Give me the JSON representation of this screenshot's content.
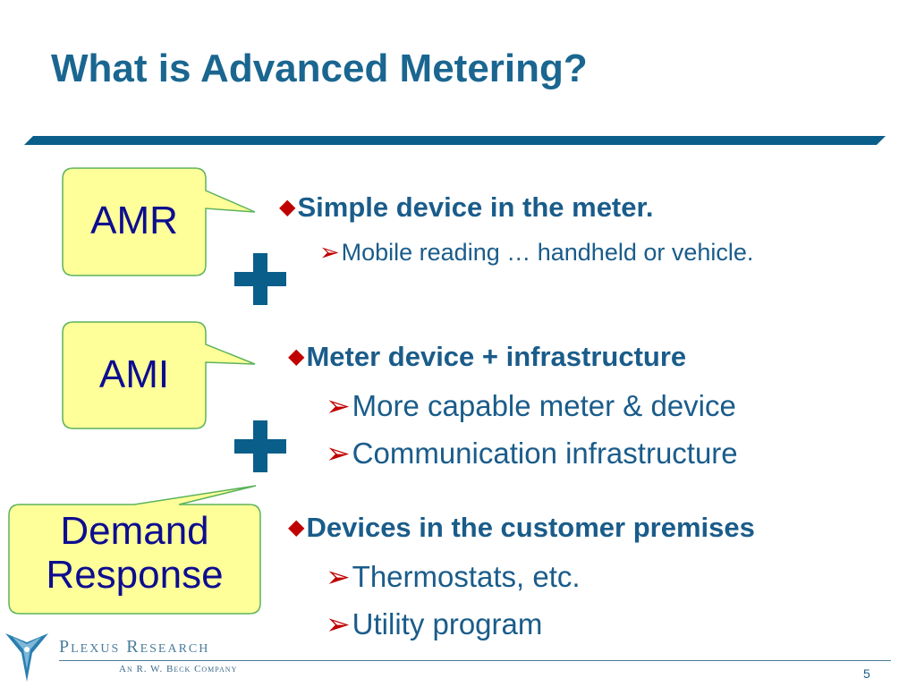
{
  "slide": {
    "title": "What is Advanced Metering?",
    "page_number": "5",
    "colors": {
      "title": "#1a6690",
      "bar": "#0a5e8a",
      "callout_fill": "#ffff99",
      "callout_stroke": "#5cb25c",
      "callout_text": "#0d0d90",
      "plus": "#0a5e8a",
      "bullet_marker": "#c00000",
      "bullet_text": "#1a5c8a"
    }
  },
  "callouts": {
    "amr": {
      "label": "AMR"
    },
    "ami": {
      "label": "AMI"
    },
    "dr": {
      "line1": "Demand",
      "line2": "Response"
    }
  },
  "plus_icons": [
    "plus-icon",
    "plus-icon"
  ],
  "bullets": {
    "amr": {
      "marker": "◆",
      "heading": "Simple device in the meter.",
      "sub": [
        {
          "marker": "➢",
          "text": "Mobile reading … handheld or vehicle."
        }
      ]
    },
    "ami": {
      "marker": "◆",
      "heading": "Meter device + infrastructure",
      "sub": [
        {
          "marker": "➢",
          "text": "More capable meter & device"
        },
        {
          "marker": "➢",
          "text": "Communication infrastructure"
        }
      ]
    },
    "dr": {
      "marker": "◆",
      "heading": "Devices in the customer premises",
      "sub": [
        {
          "marker": "➢",
          "text": "Thermostats, etc."
        },
        {
          "marker": "➢",
          "text": "Utility program"
        }
      ]
    }
  },
  "logo": {
    "name": "Plexus Research",
    "tagline": "An R. W. Beck Company",
    "icon": "plexus-logo-icon"
  }
}
